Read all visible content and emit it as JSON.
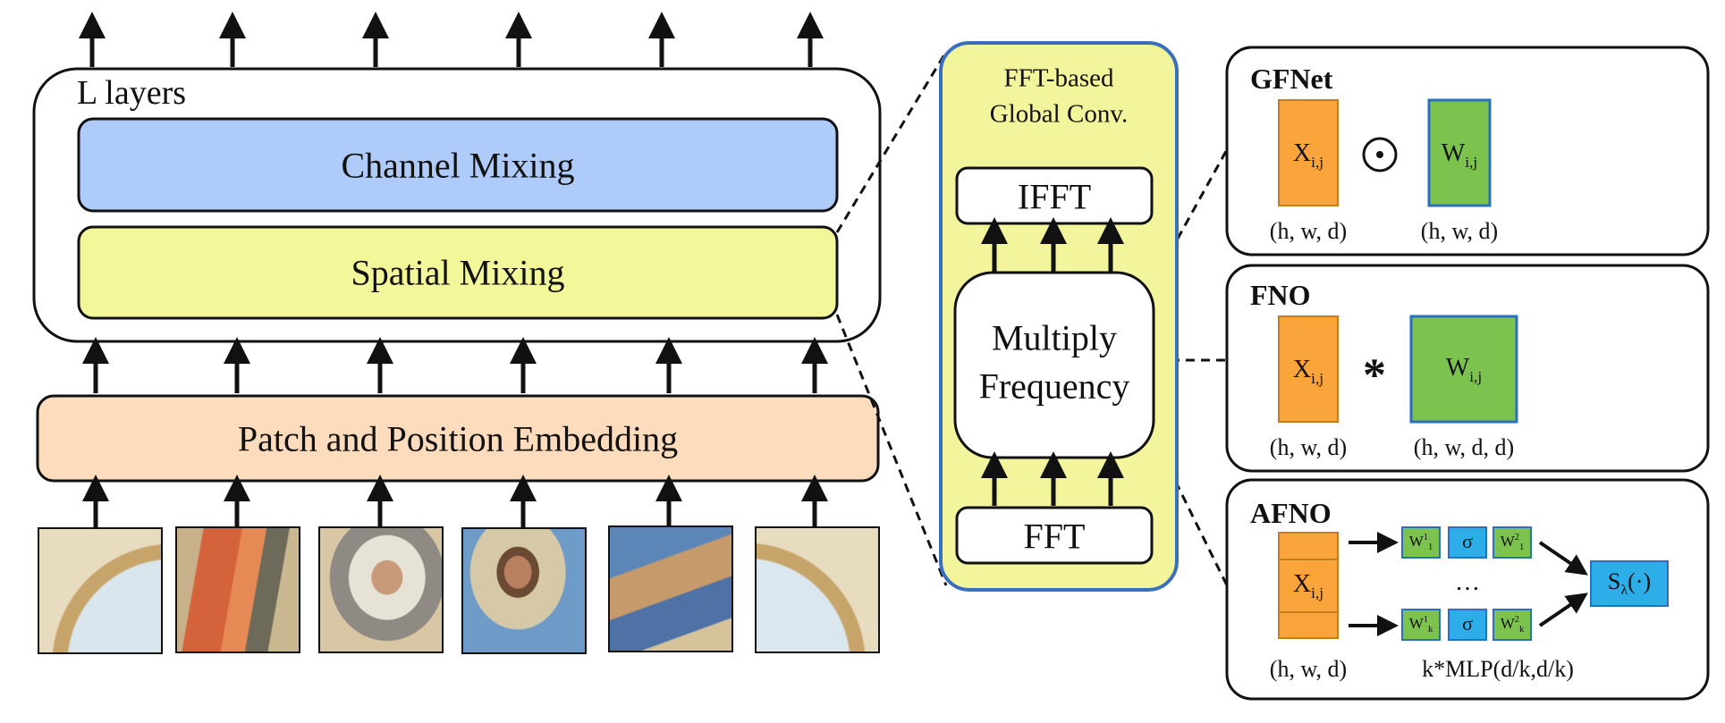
{
  "layers_label": "L layers",
  "channel_mixing": "Channel Mixing",
  "spatial_mixing": "Spatial Mixing",
  "embedding": "Patch and Position Embedding",
  "fft_panel": {
    "title_line1": "FFT-based",
    "title_line2": "Global Conv.",
    "ifft": "IFFT",
    "multiply_line1": "Multiply",
    "multiply_line2": "Frequency",
    "fft": "FFT"
  },
  "gfnet": {
    "title": "GFNet",
    "x_base": "X",
    "x_sub": "i,j",
    "w_base": "W",
    "w_sub": "i,j",
    "op": "⊙",
    "x_dims": "(h, w, d)",
    "w_dims": "(h, w, d)"
  },
  "fno": {
    "title": "FNO",
    "x_base": "X",
    "x_sub": "i,j",
    "w_base": "W",
    "w_sub": "i,j",
    "op": "*",
    "x_dims": "(h, w, d)",
    "w_dims": "(h, w, d, d)"
  },
  "afno": {
    "title": "AFNO",
    "x_base": "X",
    "x_sub": "i,j",
    "x_dims": "(h, w, d)",
    "w1": "W",
    "w1_sup": "1",
    "w1_sub": "1",
    "sigma": "σ",
    "w2": "W",
    "w2_sup": "2",
    "w2_sub": "1",
    "wk1": "W",
    "wk1_sup": "1",
    "wk1_sub": "k",
    "wk2": "W",
    "wk2_sup": "2",
    "wk2_sub": "k",
    "dots": "…",
    "s_base": "S",
    "s_sub": "λ",
    "s_arg": "(·)",
    "mlp_label": "k*MLP(d/k,d/k)"
  },
  "colors": {
    "channel": "#aecbfa",
    "spatial": "#f2f79a",
    "embedding": "#fcdcbd",
    "fft_panel": "#f3f59d",
    "fft_border": "#3a6fbf",
    "orange": "#f9a53b",
    "green": "#7cc24e",
    "blue": "#2eaee8",
    "green_border": "#2a6fc0"
  }
}
